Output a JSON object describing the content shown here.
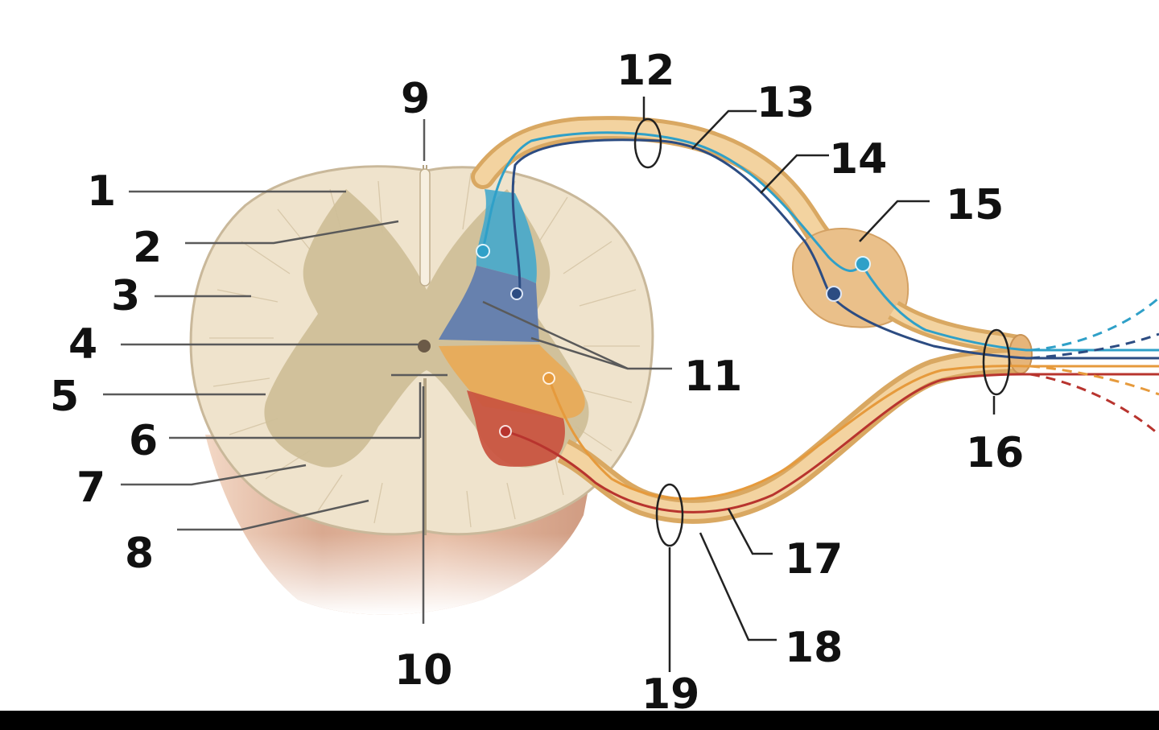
{
  "labels": {
    "n1": "1",
    "n2": "2",
    "n3": "3",
    "n4": "4",
    "n5": "5",
    "n6": "6",
    "n7": "7",
    "n8": "8",
    "n9": "9",
    "n10": "10",
    "n11": "11",
    "n12": "12",
    "n13": "13",
    "n14": "14",
    "n15": "15",
    "n16": "16",
    "n17": "17",
    "n18": "18",
    "n19": "19"
  },
  "colors": {
    "white_matter": "#efe3cc",
    "gray_matter": "#cfbf98",
    "cord_side": "#e0b59c",
    "nerve": "#e9bf86",
    "sensory_somatic": "#2fa0c8",
    "sensory_visceral": "#2c4c82",
    "motor_visceral": "#e69a3c",
    "motor_somatic": "#b8342e",
    "bottom_bar": "#000000"
  }
}
